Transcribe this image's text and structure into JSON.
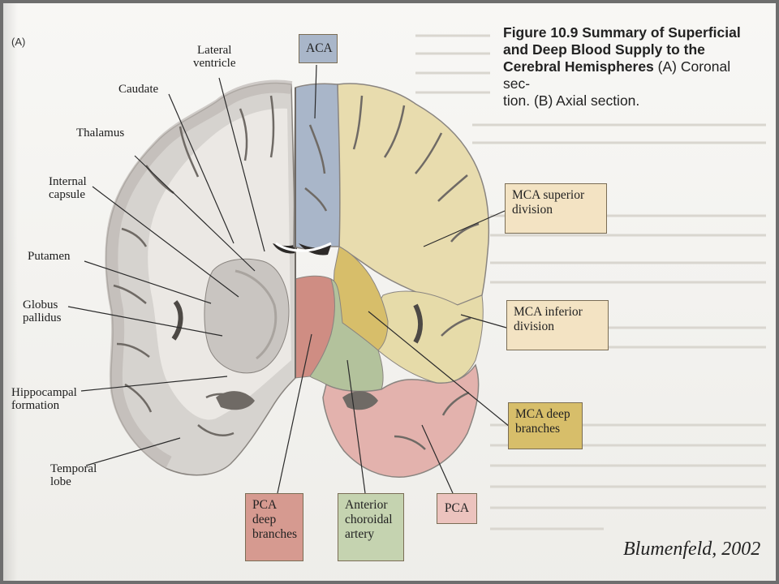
{
  "figure": {
    "panel_tag": "(A)",
    "title_line1": "Figure 10.9  Summary of Superficial",
    "title_line2": "and Deep Blood Supply to the",
    "title_line3_bold": "Cerebral Hemispheres",
    "title_line3_rest": " (A) Coronal sec-",
    "title_line4": "tion. (B) Axial section."
  },
  "anatomy_labels": {
    "lateral_ventricle_1": "Lateral",
    "lateral_ventricle_2": "ventricle",
    "caudate": "Caudate",
    "thalamus": "Thalamus",
    "internal_capsule_1": "Internal",
    "internal_capsule_2": "capsule",
    "putamen": "Putamen",
    "globus_pallidus_1": "Globus",
    "globus_pallidus_2": "pallidus",
    "hippocampal_1": "Hippocampal",
    "hippocampal_2": "formation",
    "temporal_1": "Temporal",
    "temporal_2": "lobe"
  },
  "territory_boxes": {
    "aca": "ACA",
    "mca_superior_1": "MCA superior",
    "mca_superior_2": "division",
    "mca_inferior_1": "MCA inferior",
    "mca_inferior_2": "division",
    "mca_deep_1": "MCA deep",
    "mca_deep_2": "branches",
    "pca_deep_1": "PCA",
    "pca_deep_2": "deep",
    "pca_deep_3": "branches",
    "anterior_choroidal_1": "Anterior",
    "anterior_choroidal_2": "choroidal",
    "anterior_choroidal_3": "artery",
    "pca": "PCA"
  },
  "colors": {
    "aca": "#a9b6c9",
    "mca_superior": "#e8dcae",
    "mca_inferior": "#e6dba9",
    "mca_deep": "#d7be6a",
    "pca_deep": "#cf8d83",
    "anterior_choroidal": "#b3c29c",
    "pca": "#e3b2ad"
  },
  "credit": "Blumenfeld, 2002"
}
